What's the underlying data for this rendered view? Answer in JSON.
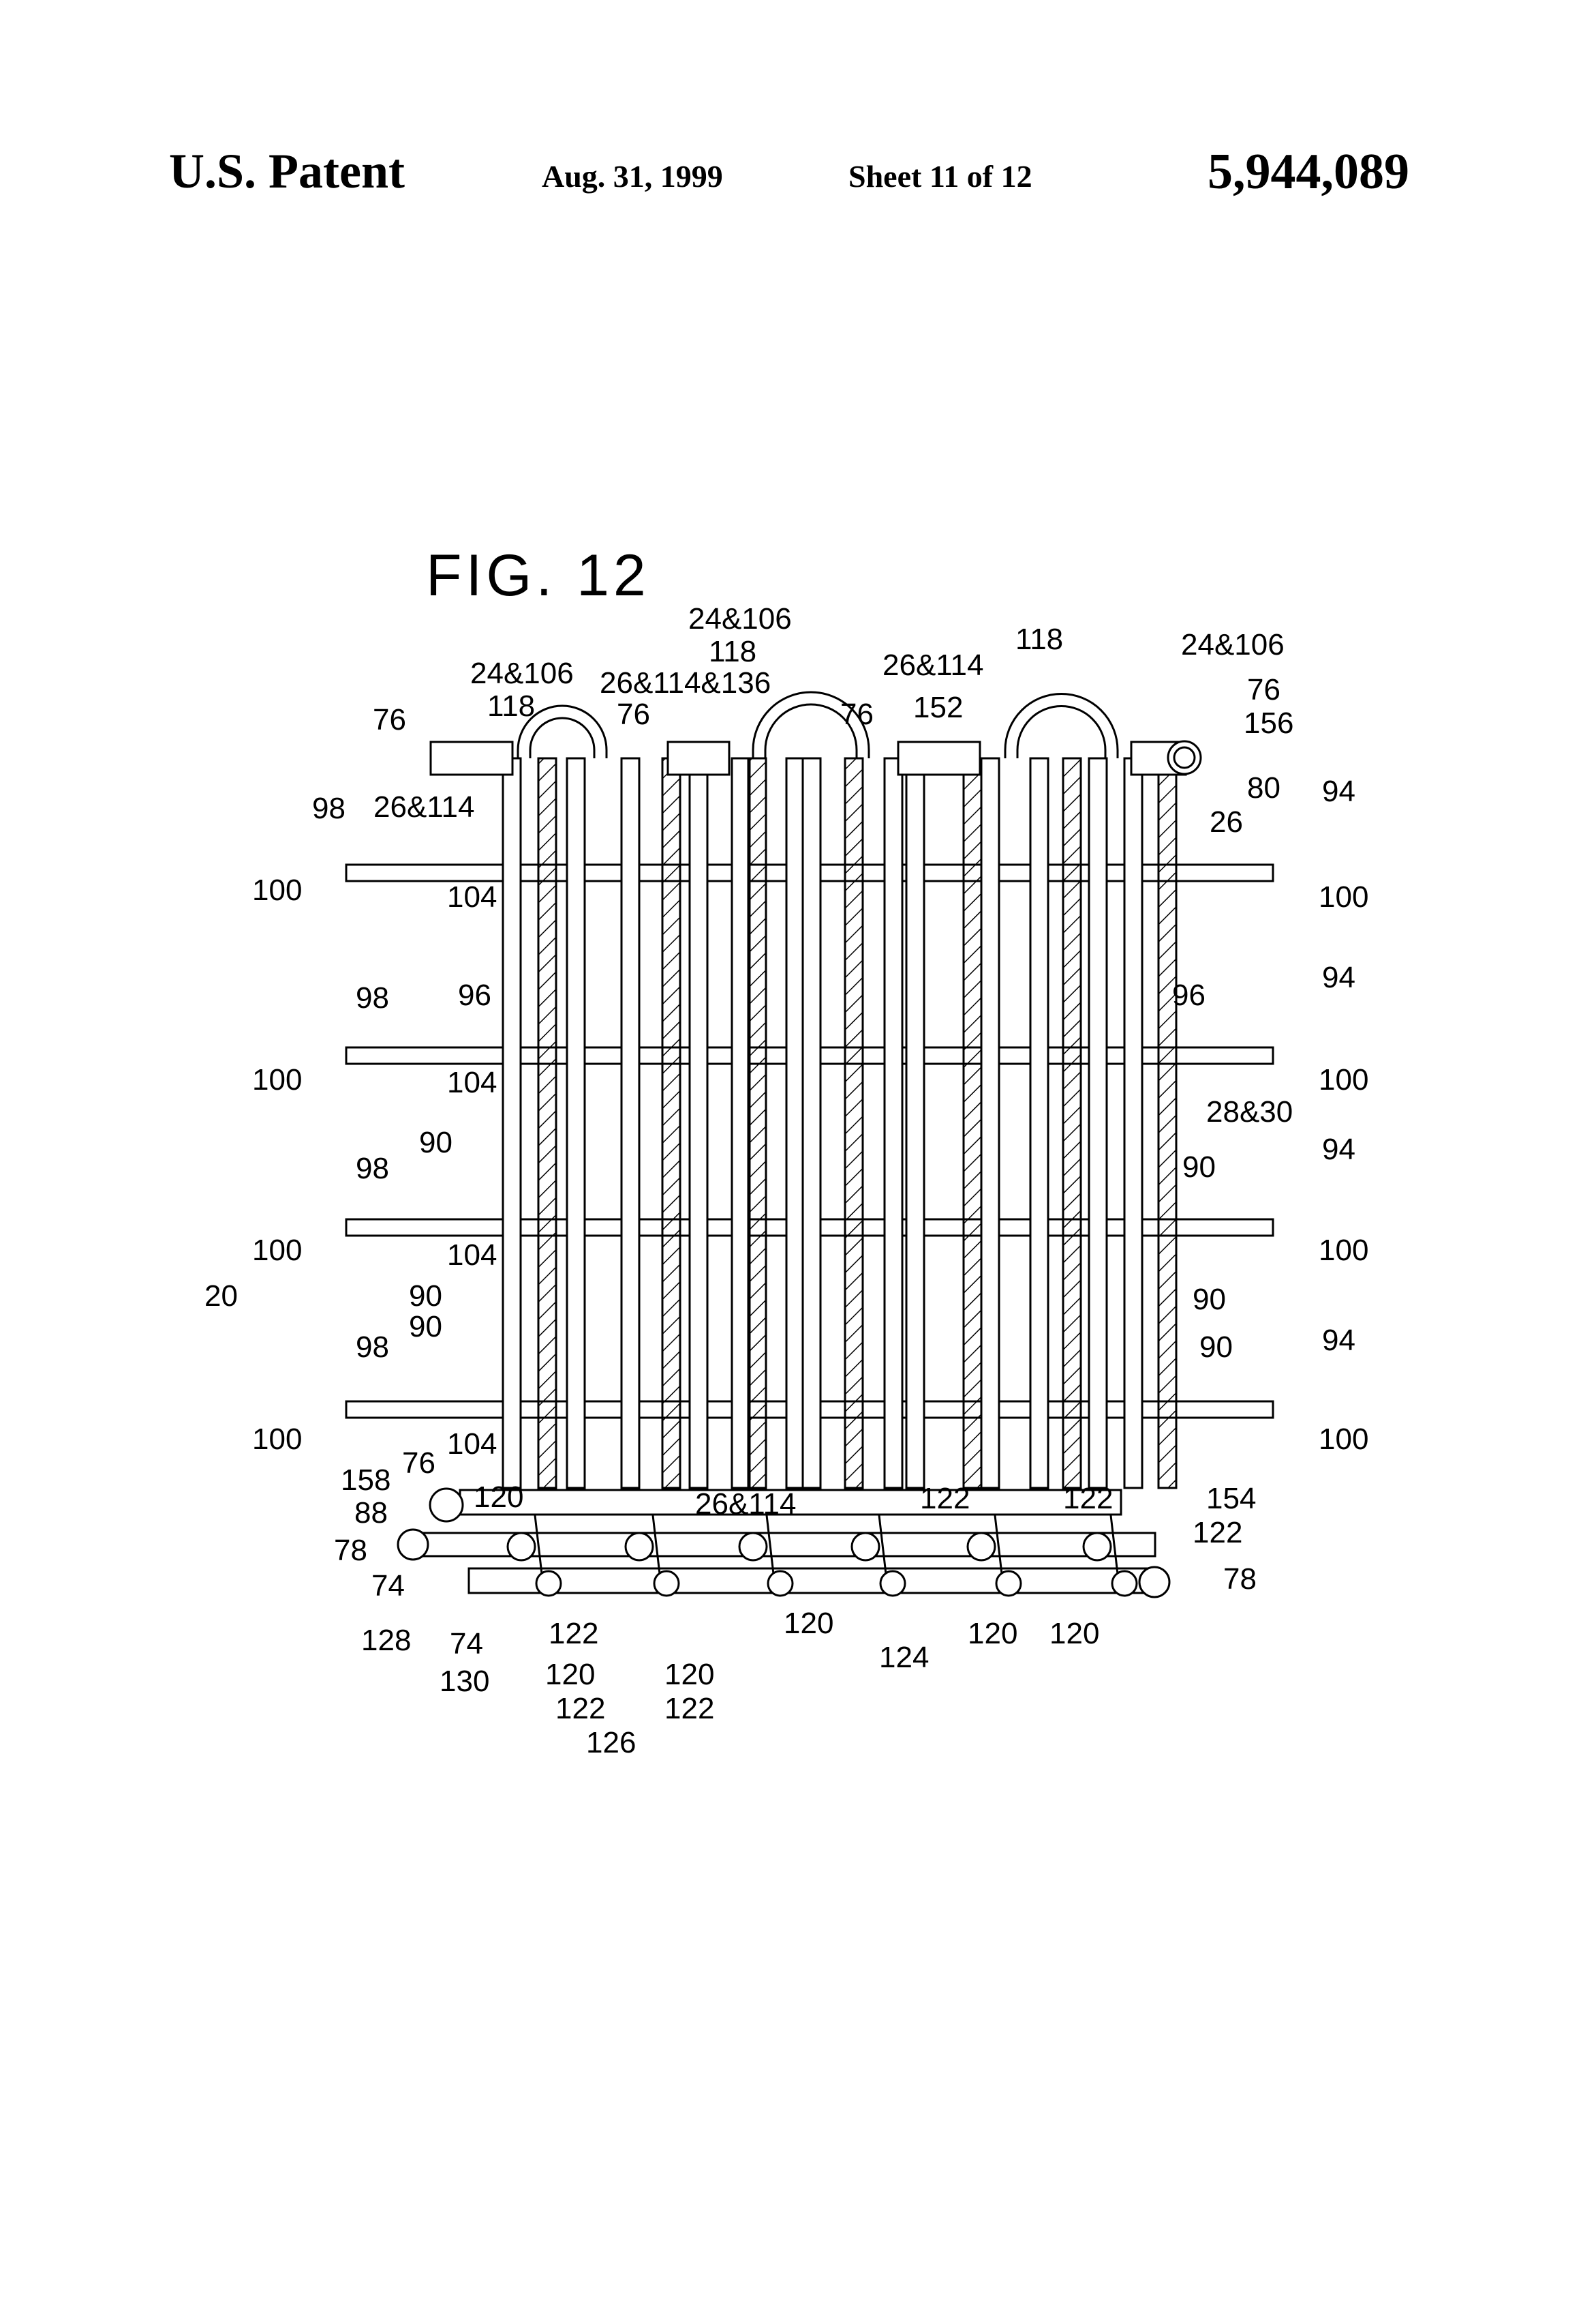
{
  "header": {
    "title": "U.S. Patent",
    "date": "Aug. 31, 1999",
    "sheet": "Sheet 11 of 12",
    "patent_number": "5,944,089"
  },
  "figure": {
    "title": "FIG. 12",
    "labels": [
      "24&106",
      "118",
      "24&106",
      "118",
      "26&114&136",
      "76",
      "26&114",
      "118",
      "24&106",
      "76",
      "76",
      "152",
      "76",
      "156",
      "80",
      "26&114",
      "98",
      "94",
      "26",
      "100",
      "104",
      "100",
      "96",
      "96",
      "98",
      "94",
      "100",
      "104",
      "100",
      "28&30",
      "90",
      "90",
      "98",
      "94",
      "100",
      "104",
      "100",
      "20",
      "90",
      "90",
      "90",
      "98",
      "90",
      "94",
      "100",
      "104",
      "100",
      "76",
      "158",
      "88",
      "120",
      "26&114",
      "122",
      "122",
      "154",
      "122",
      "78",
      "74",
      "78",
      "128",
      "74",
      "122",
      "120",
      "124",
      "120",
      "120",
      "130",
      "120",
      "120",
      "122",
      "122",
      "126"
    ]
  },
  "colors": {
    "ink": "#000000",
    "paper": "#ffffff"
  }
}
